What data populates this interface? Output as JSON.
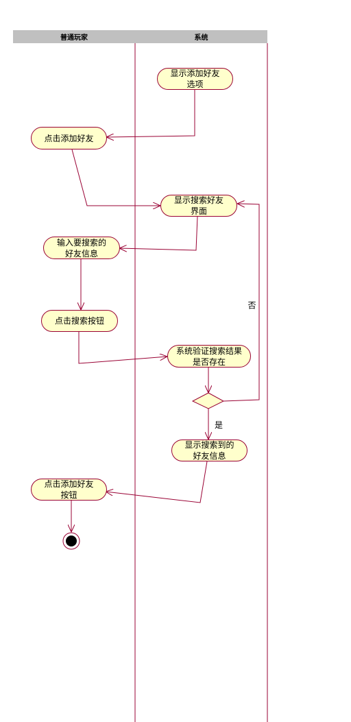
{
  "swimlanes": {
    "player": "普通玩家",
    "system": "系统"
  },
  "nodes": {
    "show_add_option": "显示添加好友选项",
    "click_add_friend": "点击添加好友",
    "show_search_ui": "显示搜索好友界面",
    "input_search_info": "输入要搜索的好友信息",
    "click_search_button": "点击搜索按钮",
    "verify_search_result": "系统验证搜索结果是否存在",
    "show_found_info": "显示搜索到的好友信息",
    "click_add_friend_button": "点击添加好友按钮"
  },
  "edge_labels": {
    "no": "否",
    "yes": "是"
  },
  "colors": {
    "node_fill": "#ffffcc",
    "line": "#990033",
    "header": "#c0c0c0"
  }
}
